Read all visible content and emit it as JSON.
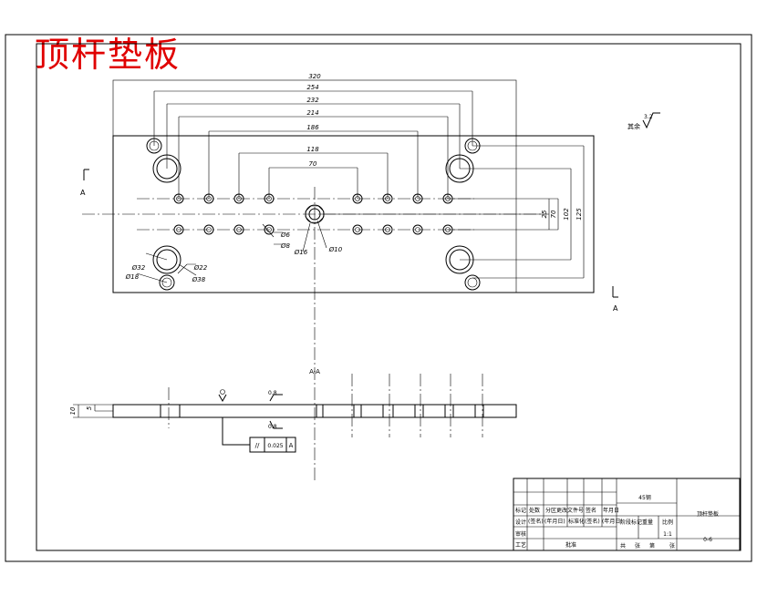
{
  "title": "顶杆垫板",
  "plan_view": {
    "section_marker": "A",
    "dims_horizontal": [
      "320",
      "254",
      "232",
      "214",
      "186",
      "118",
      "70"
    ],
    "dims_vertical": [
      "25",
      "70",
      "102",
      "125"
    ],
    "hole_callouts": [
      "Ø32",
      "Ø18",
      "Ø22",
      "Ø38",
      "Ø6",
      "Ø8",
      "Ø16",
      "Ø10"
    ],
    "roughness_rest": "其余",
    "roughness_value": "3.2"
  },
  "section_view": {
    "label": "A-A",
    "thickness": "10",
    "step": "5",
    "roughness_top": "0.8",
    "roughness_bottom": "0.8",
    "tolerance_symbol": "//",
    "tolerance_value": "0.025",
    "datum": "A"
  },
  "title_block": {
    "material": "45钢",
    "part_name": "顶杆垫板",
    "drawing_no": "0-6",
    "scale": "1:1",
    "row_labels": [
      "标记",
      "设计",
      "审核",
      "工艺"
    ],
    "header_cells": [
      "处数",
      "分区",
      "更改文件号",
      "签名",
      "年月日"
    ],
    "signature_cells": [
      "(签名)",
      "(年月日)",
      "标准化",
      "(签名)",
      "(年月日)"
    ],
    "stage_cells": [
      "阶段标记",
      "重量",
      "比例"
    ],
    "approval_label": "批准",
    "sheet_cells": [
      "共",
      "张",
      "第",
      "张"
    ]
  }
}
